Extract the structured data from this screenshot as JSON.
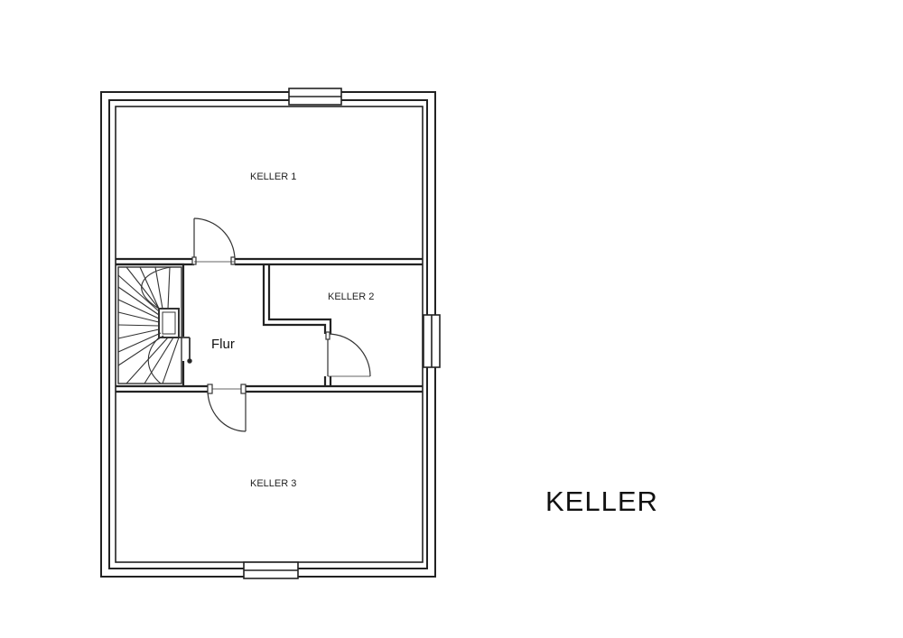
{
  "floorplan": {
    "title": "KELLER",
    "rooms": [
      {
        "label": "KELLER 1"
      },
      {
        "label": "KELLER 2"
      },
      {
        "label": "Flur"
      },
      {
        "label": "KELLER 3"
      }
    ]
  }
}
